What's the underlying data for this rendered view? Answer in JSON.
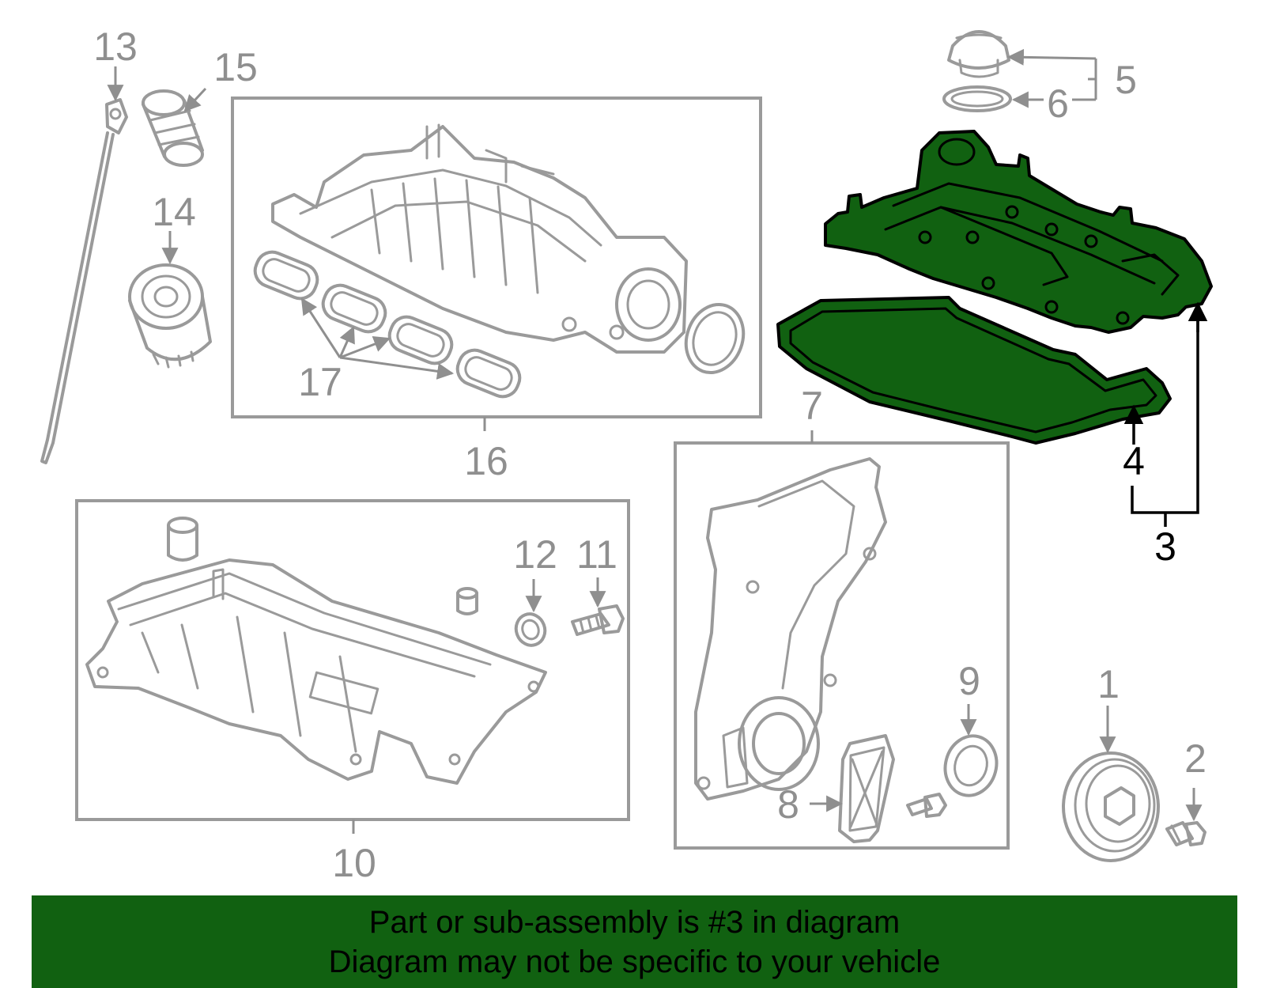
{
  "callouts": {
    "n1": "1",
    "n2": "2",
    "n3": "3",
    "n4": "4",
    "n5": "5",
    "n6": "6",
    "n7": "7",
    "n8": "8",
    "n9": "9",
    "n10": "10",
    "n11": "11",
    "n12": "12",
    "n13": "13",
    "n14": "14",
    "n15": "15",
    "n16": "16",
    "n17": "17"
  },
  "highlight": {
    "color": "#116111",
    "part": "3"
  },
  "banner": {
    "line1": "Part or sub-assembly is #3 in diagram",
    "line2": "Diagram may not be specific to your vehicle",
    "color": "#116111"
  }
}
